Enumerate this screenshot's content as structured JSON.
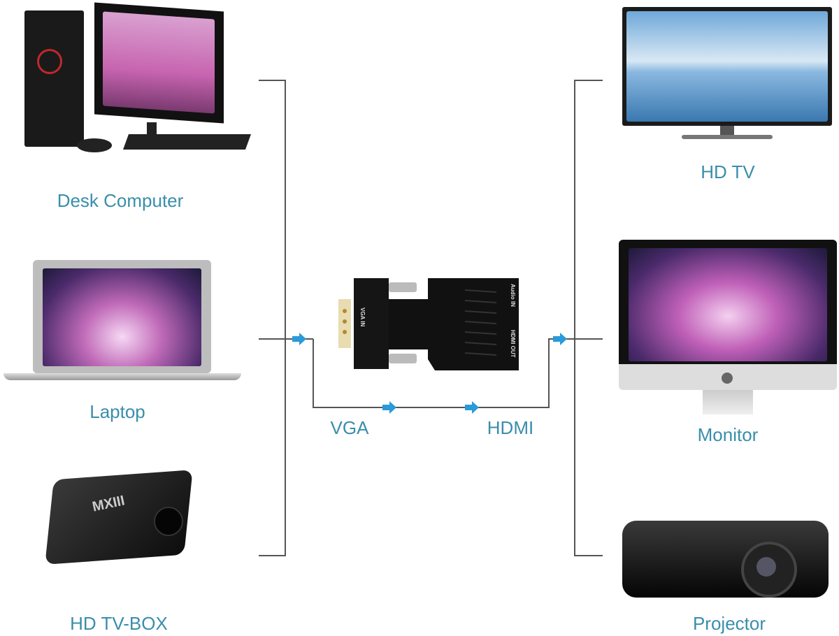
{
  "sources": [
    {
      "label": "Desk Computer",
      "icon": "desktop-computer-icon"
    },
    {
      "label": "Laptop",
      "icon": "laptop-icon"
    },
    {
      "label": "HD TV-BOX",
      "icon": "tv-box-icon"
    }
  ],
  "outputs": [
    {
      "label": "HD TV",
      "icon": "hd-tv-icon"
    },
    {
      "label": "Monitor",
      "icon": "monitor-icon"
    },
    {
      "label": "Projector",
      "icon": "projector-icon"
    }
  ],
  "signal": {
    "input_label": "VGA",
    "output_label": "HDMI"
  },
  "adapter": {
    "vga_in": "VGA IN",
    "audio_in": "Audio IN",
    "hdmi_out": "HDMI OUT",
    "tvbox_brand": "MXIII"
  },
  "colors": {
    "label": "#3a8eab",
    "arrow": "#2a9ad8",
    "line": "#555555"
  }
}
